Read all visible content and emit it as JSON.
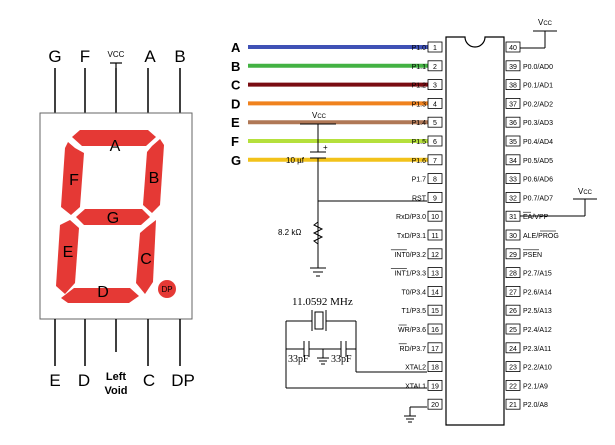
{
  "seven_segment": {
    "top_pins": [
      "G",
      "F",
      "VCC",
      "A",
      "B"
    ],
    "bottom_pins": [
      "E",
      "D",
      "Left Void",
      "C",
      "DP"
    ],
    "segments": [
      "A",
      "B",
      "C",
      "D",
      "E",
      "F",
      "G",
      "DP"
    ],
    "segment_color": "#e53935",
    "note_color": "#e53935"
  },
  "signal_lines": [
    {
      "label": "A",
      "color": "#3f51b5"
    },
    {
      "label": "B",
      "color": "#43b243"
    },
    {
      "label": "C",
      "color": "#7a0d12"
    },
    {
      "label": "D",
      "color": "#f0821e"
    },
    {
      "label": "E",
      "color": "#b07856"
    },
    {
      "label": "F",
      "color": "#b5e03c"
    },
    {
      "label": "G",
      "color": "#f2c21a"
    }
  ],
  "circuit": {
    "vcc_label": "V",
    "vcc_sub": "CC",
    "capacitor": "10 µf",
    "resistor": "8.2 kΩ",
    "crystal": "11.0592 MHz",
    "crystal_caps": [
      "33pF",
      "33pF"
    ],
    "rst_label": "RST"
  },
  "mcu": {
    "left_pins": [
      {
        "num": "1",
        "label": "P1.0"
      },
      {
        "num": "2",
        "label": "P1.1"
      },
      {
        "num": "3",
        "label": "P1.2"
      },
      {
        "num": "4",
        "label": "P1.3"
      },
      {
        "num": "5",
        "label": "P1.4"
      },
      {
        "num": "6",
        "label": "P1.5"
      },
      {
        "num": "7",
        "label": "P1.6"
      },
      {
        "num": "8",
        "label": "P1.7"
      },
      {
        "num": "9",
        "label": "RST"
      },
      {
        "num": "10",
        "label": "RxD/P3.0"
      },
      {
        "num": "11",
        "label": "TxD/P3.1"
      },
      {
        "num": "12",
        "label": "INT0/P3.2"
      },
      {
        "num": "13",
        "label": "INT1/P3.3"
      },
      {
        "num": "14",
        "label": "T0/P3.4"
      },
      {
        "num": "15",
        "label": "T1/P3.5"
      },
      {
        "num": "16",
        "label": "WR/P3.6"
      },
      {
        "num": "17",
        "label": "RD/P3.7"
      },
      {
        "num": "18",
        "label": "XTAL2"
      },
      {
        "num": "19",
        "label": "XTAL1"
      },
      {
        "num": "20",
        "label": "GND"
      }
    ],
    "right_pins": [
      {
        "num": "40",
        "label": "VCC"
      },
      {
        "num": "39",
        "label": "P0.0/AD0"
      },
      {
        "num": "38",
        "label": "P0.1/AD1"
      },
      {
        "num": "37",
        "label": "P0.2/AD2"
      },
      {
        "num": "36",
        "label": "P0.3/AD3"
      },
      {
        "num": "35",
        "label": "P0.4/AD4"
      },
      {
        "num": "34",
        "label": "P0.5/AD5"
      },
      {
        "num": "33",
        "label": "P0.6/AD6"
      },
      {
        "num": "32",
        "label": "P0.7/AD7"
      },
      {
        "num": "31",
        "label": "EA/VPP"
      },
      {
        "num": "30",
        "label": "ALE/PROG"
      },
      {
        "num": "29",
        "label": "PSEN"
      },
      {
        "num": "28",
        "label": "P2.7/A15"
      },
      {
        "num": "27",
        "label": "P2.6/A14"
      },
      {
        "num": "26",
        "label": "P2.5/A13"
      },
      {
        "num": "25",
        "label": "P2.4/A12"
      },
      {
        "num": "24",
        "label": "P2.3/A11"
      },
      {
        "num": "23",
        "label": "P2.2/A10"
      },
      {
        "num": "22",
        "label": "P2.1/A9"
      },
      {
        "num": "21",
        "label": "P2.0/A8"
      }
    ]
  }
}
